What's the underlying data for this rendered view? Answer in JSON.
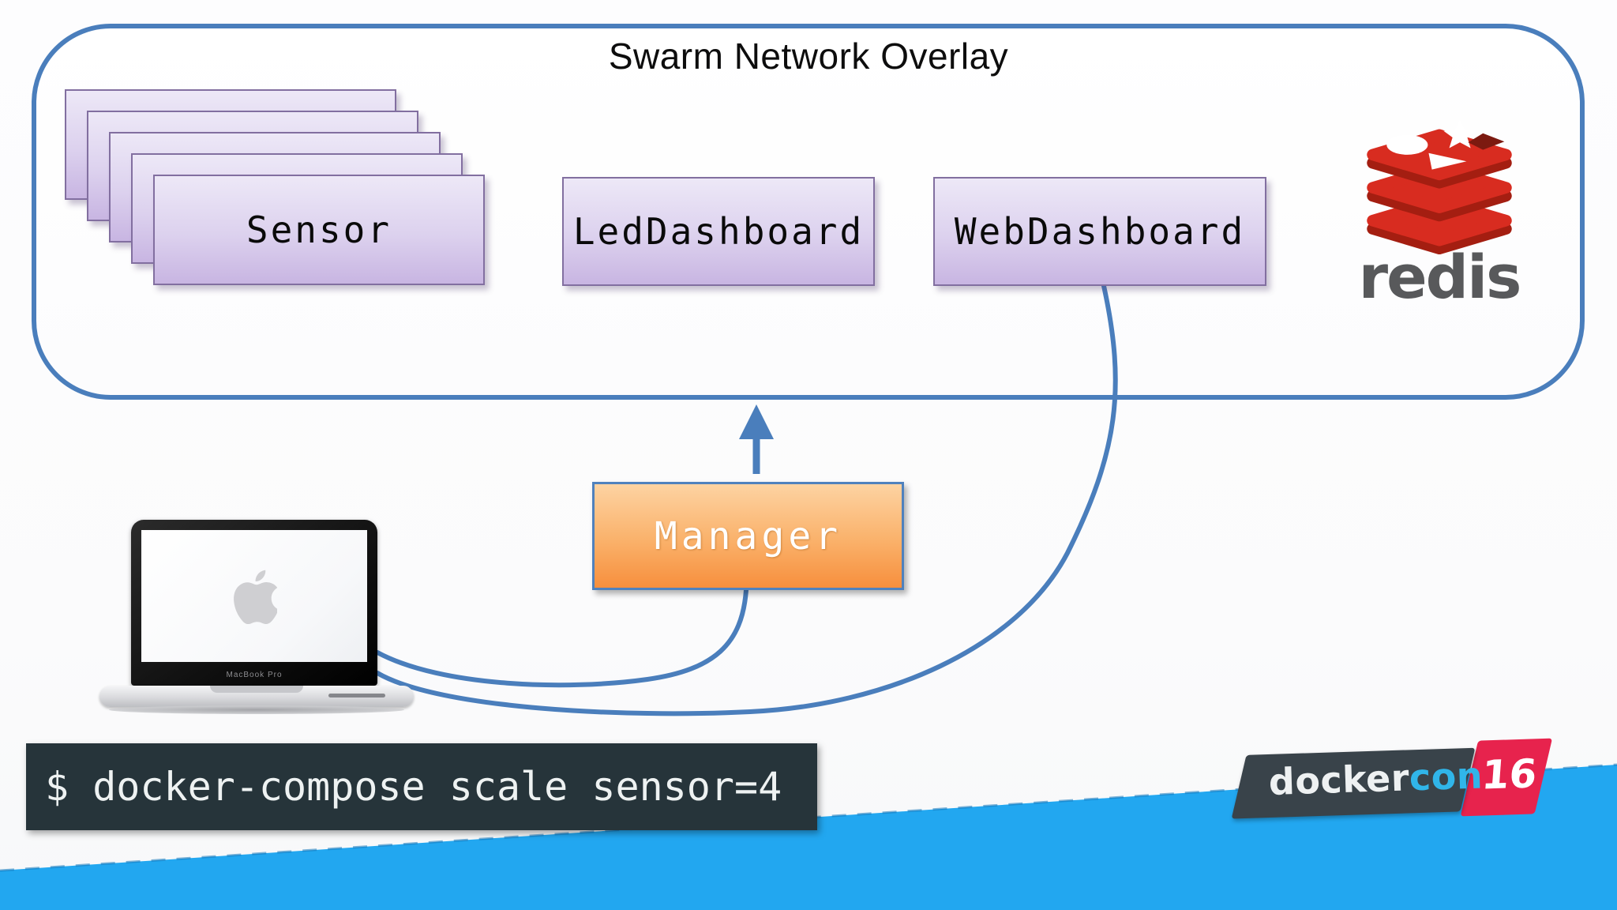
{
  "overlay": {
    "title": "Swarm Network Overlay",
    "border_color": "#4a7ebc"
  },
  "nodes": {
    "sensor": {
      "label": "Sensor",
      "stack_count": 5
    },
    "led_dashboard": {
      "label": "LedDashboard"
    },
    "web_dashboard": {
      "label": "WebDashboard"
    },
    "manager": {
      "label": "Manager"
    }
  },
  "redis": {
    "label": "redis",
    "logo_red": "#d82c20",
    "logo_dark_red": "#a41e11",
    "text_color": "#58595b"
  },
  "laptop": {
    "model_label": "MacBook Pro"
  },
  "terminal": {
    "command": "$ docker-compose scale sensor=4",
    "background": "#26343a",
    "text_color": "#eef2f2"
  },
  "footer": {
    "brand": {
      "docker": "docker",
      "con": "con",
      "year": "16"
    },
    "band_color": "#22a7f0",
    "badge_dark": "#39434a",
    "badge_red": "#e7234d",
    "con_blue": "#30b5e9"
  },
  "colors": {
    "connector_blue": "#4a7ebc",
    "purple_box_top": "#ede8f7",
    "purple_box_bottom": "#c8b5e2",
    "purple_border": "#826fa0",
    "orange_top": "#fdd3a2",
    "orange_bottom": "#f78f3d",
    "orange_border": "#4f81bd"
  }
}
